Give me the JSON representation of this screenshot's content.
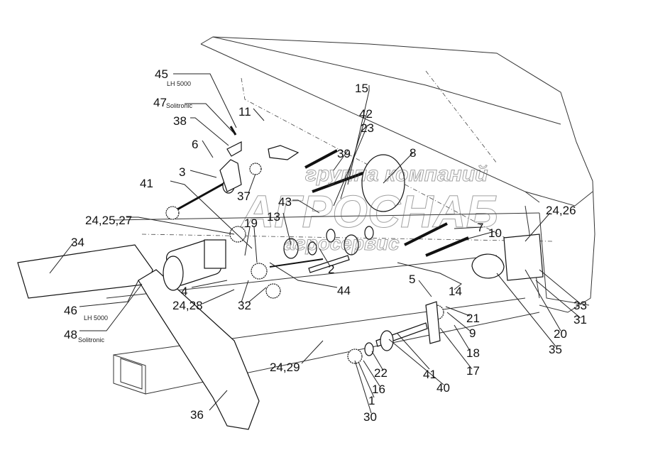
{
  "watermark": {
    "line1": "группа компаний",
    "line2": "АГРОСНАБ",
    "line3": "агросервис"
  },
  "callouts": [
    {
      "id": "45",
      "text": "45",
      "note": "LH 5000"
    },
    {
      "id": "47",
      "text": "47",
      "note": "Solitronic"
    },
    {
      "id": "38",
      "text": "38"
    },
    {
      "id": "11",
      "text": "11"
    },
    {
      "id": "6",
      "text": "6"
    },
    {
      "id": "3",
      "text": "3"
    },
    {
      "id": "41a",
      "text": "41"
    },
    {
      "id": "37",
      "text": "37"
    },
    {
      "id": "43",
      "text": "43"
    },
    {
      "id": "13",
      "text": "13"
    },
    {
      "id": "19",
      "text": "19"
    },
    {
      "id": "24-25-27",
      "text": "24,25,27"
    },
    {
      "id": "34",
      "text": "34"
    },
    {
      "id": "15",
      "text": "15"
    },
    {
      "id": "42",
      "text": "42"
    },
    {
      "id": "23",
      "text": "23"
    },
    {
      "id": "39",
      "text": "39"
    },
    {
      "id": "8",
      "text": "8"
    },
    {
      "id": "24-26",
      "text": "24,26"
    },
    {
      "id": "7",
      "text": "7"
    },
    {
      "id": "10",
      "text": "10"
    },
    {
      "id": "2",
      "text": "2"
    },
    {
      "id": "4",
      "text": "4"
    },
    {
      "id": "44",
      "text": "44"
    },
    {
      "id": "24-28",
      "text": "24,28"
    },
    {
      "id": "32",
      "text": "32"
    },
    {
      "id": "5",
      "text": "5"
    },
    {
      "id": "14",
      "text": "14"
    },
    {
      "id": "33",
      "text": "33"
    },
    {
      "id": "21",
      "text": "21"
    },
    {
      "id": "31",
      "text": "31"
    },
    {
      "id": "20",
      "text": "20"
    },
    {
      "id": "9",
      "text": "9"
    },
    {
      "id": "35",
      "text": "35"
    },
    {
      "id": "18",
      "text": "18"
    },
    {
      "id": "17",
      "text": "17"
    },
    {
      "id": "41b",
      "text": "41"
    },
    {
      "id": "40",
      "text": "40"
    },
    {
      "id": "22",
      "text": "22"
    },
    {
      "id": "16",
      "text": "16"
    },
    {
      "id": "1",
      "text": "1"
    },
    {
      "id": "30",
      "text": "30"
    },
    {
      "id": "24-29",
      "text": "24,29"
    },
    {
      "id": "46",
      "text": "46",
      "note": "LH 5000"
    },
    {
      "id": "48",
      "text": "48",
      "note": "Solitronic"
    },
    {
      "id": "36",
      "text": "36"
    }
  ]
}
